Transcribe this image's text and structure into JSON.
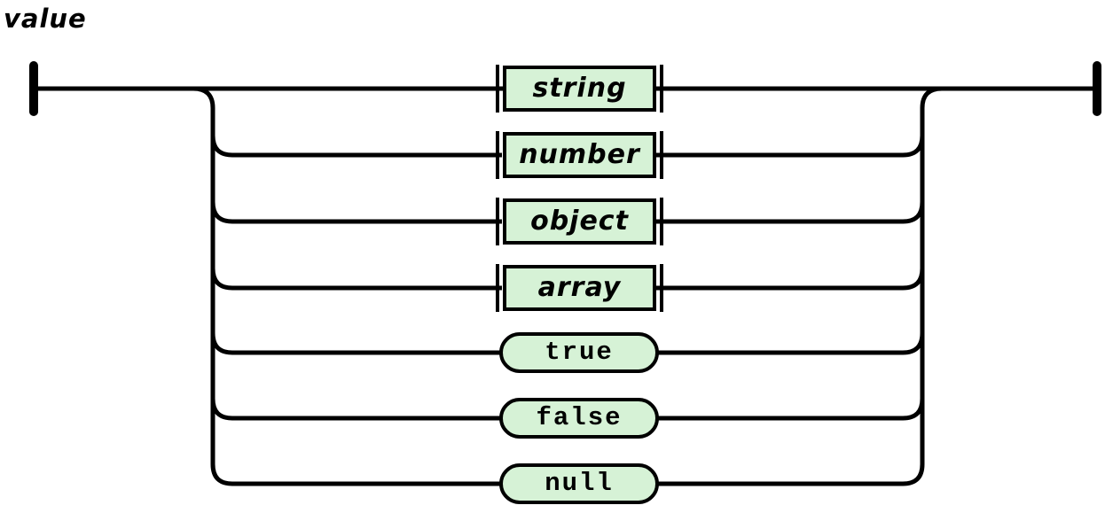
{
  "diagram": {
    "title": "value",
    "kind": "railroad-syntax-diagram",
    "colors": {
      "node_fill": "#d6f2d6",
      "rail": "#000000",
      "background": "#ffffff",
      "text": "#000000"
    },
    "icons": {
      "start": "start-terminal-icon",
      "end": "end-terminal-icon"
    },
    "alternatives": [
      {
        "label": "string",
        "type": "nonterminal",
        "shape": "rectangle"
      },
      {
        "label": "number",
        "type": "nonterminal",
        "shape": "rectangle"
      },
      {
        "label": "object",
        "type": "nonterminal",
        "shape": "rectangle"
      },
      {
        "label": "array",
        "type": "nonterminal",
        "shape": "rectangle"
      },
      {
        "label": "true",
        "type": "terminal",
        "shape": "rounded"
      },
      {
        "label": "false",
        "type": "terminal",
        "shape": "rounded"
      },
      {
        "label": "null",
        "type": "terminal",
        "shape": "rounded"
      }
    ]
  }
}
